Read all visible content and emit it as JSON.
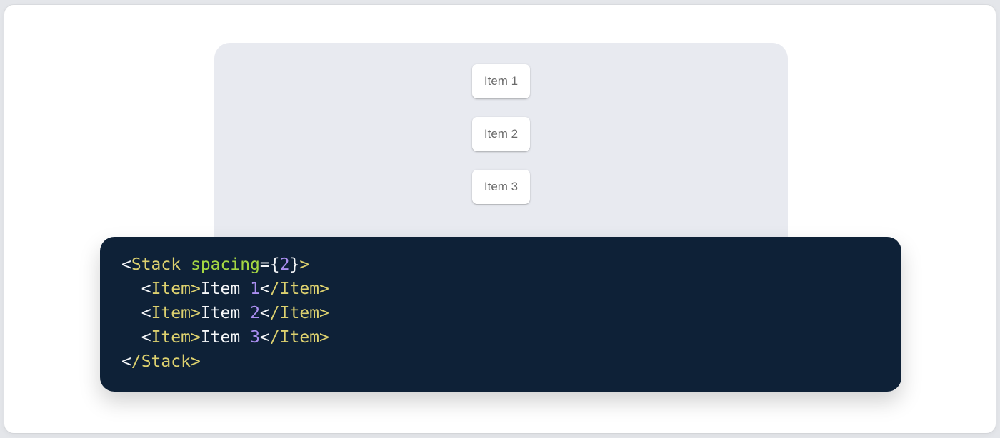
{
  "demo": {
    "items": [
      {
        "label": "Item 1"
      },
      {
        "label": "Item 2"
      },
      {
        "label": "Item 3"
      }
    ]
  },
  "code": {
    "language": "jsx",
    "lines": [
      {
        "tokens": [
          {
            "c": "punc",
            "t": "<"
          },
          {
            "c": "tag",
            "t": "Stack"
          },
          {
            "c": "plain",
            "t": " "
          },
          {
            "c": "attr",
            "t": "spacing"
          },
          {
            "c": "punc",
            "t": "={"
          },
          {
            "c": "num",
            "t": "2"
          },
          {
            "c": "punc",
            "t": "}"
          },
          {
            "c": "tag",
            "t": ">"
          }
        ]
      },
      {
        "tokens": [
          {
            "c": "plain",
            "t": "  "
          },
          {
            "c": "punc",
            "t": "<"
          },
          {
            "c": "tag",
            "t": "Item>"
          },
          {
            "c": "plain",
            "t": "Item "
          },
          {
            "c": "num",
            "t": "1"
          },
          {
            "c": "punc",
            "t": "<"
          },
          {
            "c": "tag",
            "t": "/Item>"
          }
        ]
      },
      {
        "tokens": [
          {
            "c": "plain",
            "t": "  "
          },
          {
            "c": "punc",
            "t": "<"
          },
          {
            "c": "tag",
            "t": "Item>"
          },
          {
            "c": "plain",
            "t": "Item "
          },
          {
            "c": "num",
            "t": "2"
          },
          {
            "c": "punc",
            "t": "<"
          },
          {
            "c": "tag",
            "t": "/Item>"
          }
        ]
      },
      {
        "tokens": [
          {
            "c": "plain",
            "t": "  "
          },
          {
            "c": "punc",
            "t": "<"
          },
          {
            "c": "tag",
            "t": "Item>"
          },
          {
            "c": "plain",
            "t": "Item "
          },
          {
            "c": "num",
            "t": "3"
          },
          {
            "c": "punc",
            "t": "<"
          },
          {
            "c": "tag",
            "t": "/Item>"
          }
        ]
      },
      {
        "tokens": [
          {
            "c": "punc",
            "t": "<"
          },
          {
            "c": "tag",
            "t": "/Stack>"
          }
        ]
      }
    ]
  },
  "colors": {
    "page-bg": "#e4e6ea",
    "card-bg": "#ffffff",
    "panel-bg": "#e8eaf0",
    "item-bg": "#ffffff",
    "item-text": "#6b6b6b",
    "code-bg": "#0e2137",
    "tok-tag": "#ddd16f",
    "tok-attr": "#a5d742",
    "tok-num": "#aa8ef0",
    "tok-punc": "#f4f6f8",
    "tok-plain": "#f4f6f8"
  }
}
